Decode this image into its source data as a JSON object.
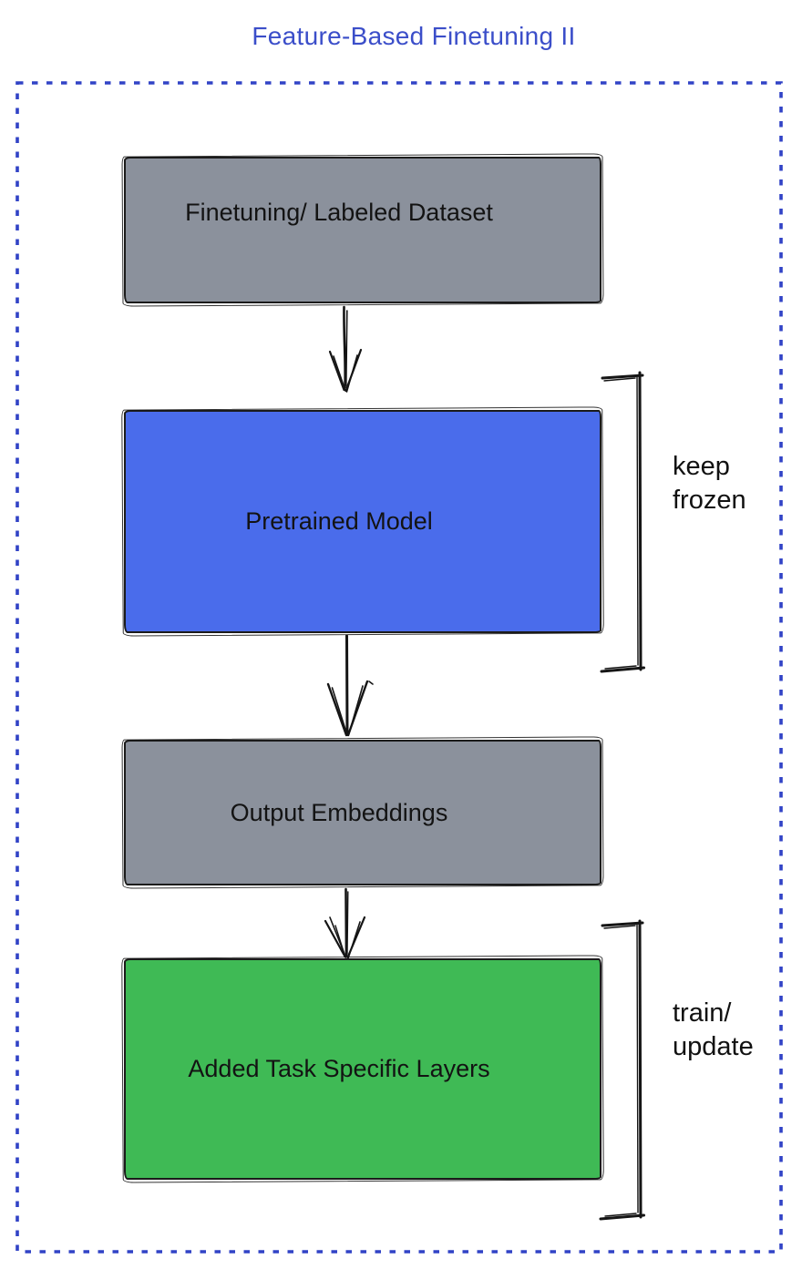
{
  "title": {
    "text": "Feature-Based Finetuning II",
    "color": "#3b4ec9"
  },
  "boxes": {
    "dataset": {
      "label": "Finetuning/ Labeled Dataset",
      "fill": "#8b919c"
    },
    "pretrained": {
      "label": "Pretrained Model",
      "fill": "#4a6ceb"
    },
    "embeddings": {
      "label": "Output Embeddings",
      "fill": "#8b919c"
    },
    "task_layers": {
      "label": "Added Task Specific Layers",
      "fill": "#3fba55"
    }
  },
  "annotations": {
    "keep_frozen": {
      "line1": "keep",
      "line2": "frozen"
    },
    "train_update": {
      "line1": "train/",
      "line2": "update"
    }
  },
  "colors": {
    "dashed_border": "#3143c6",
    "sketch_stroke": "#151515",
    "label_text": "#131313",
    "background": "#ffffff"
  }
}
